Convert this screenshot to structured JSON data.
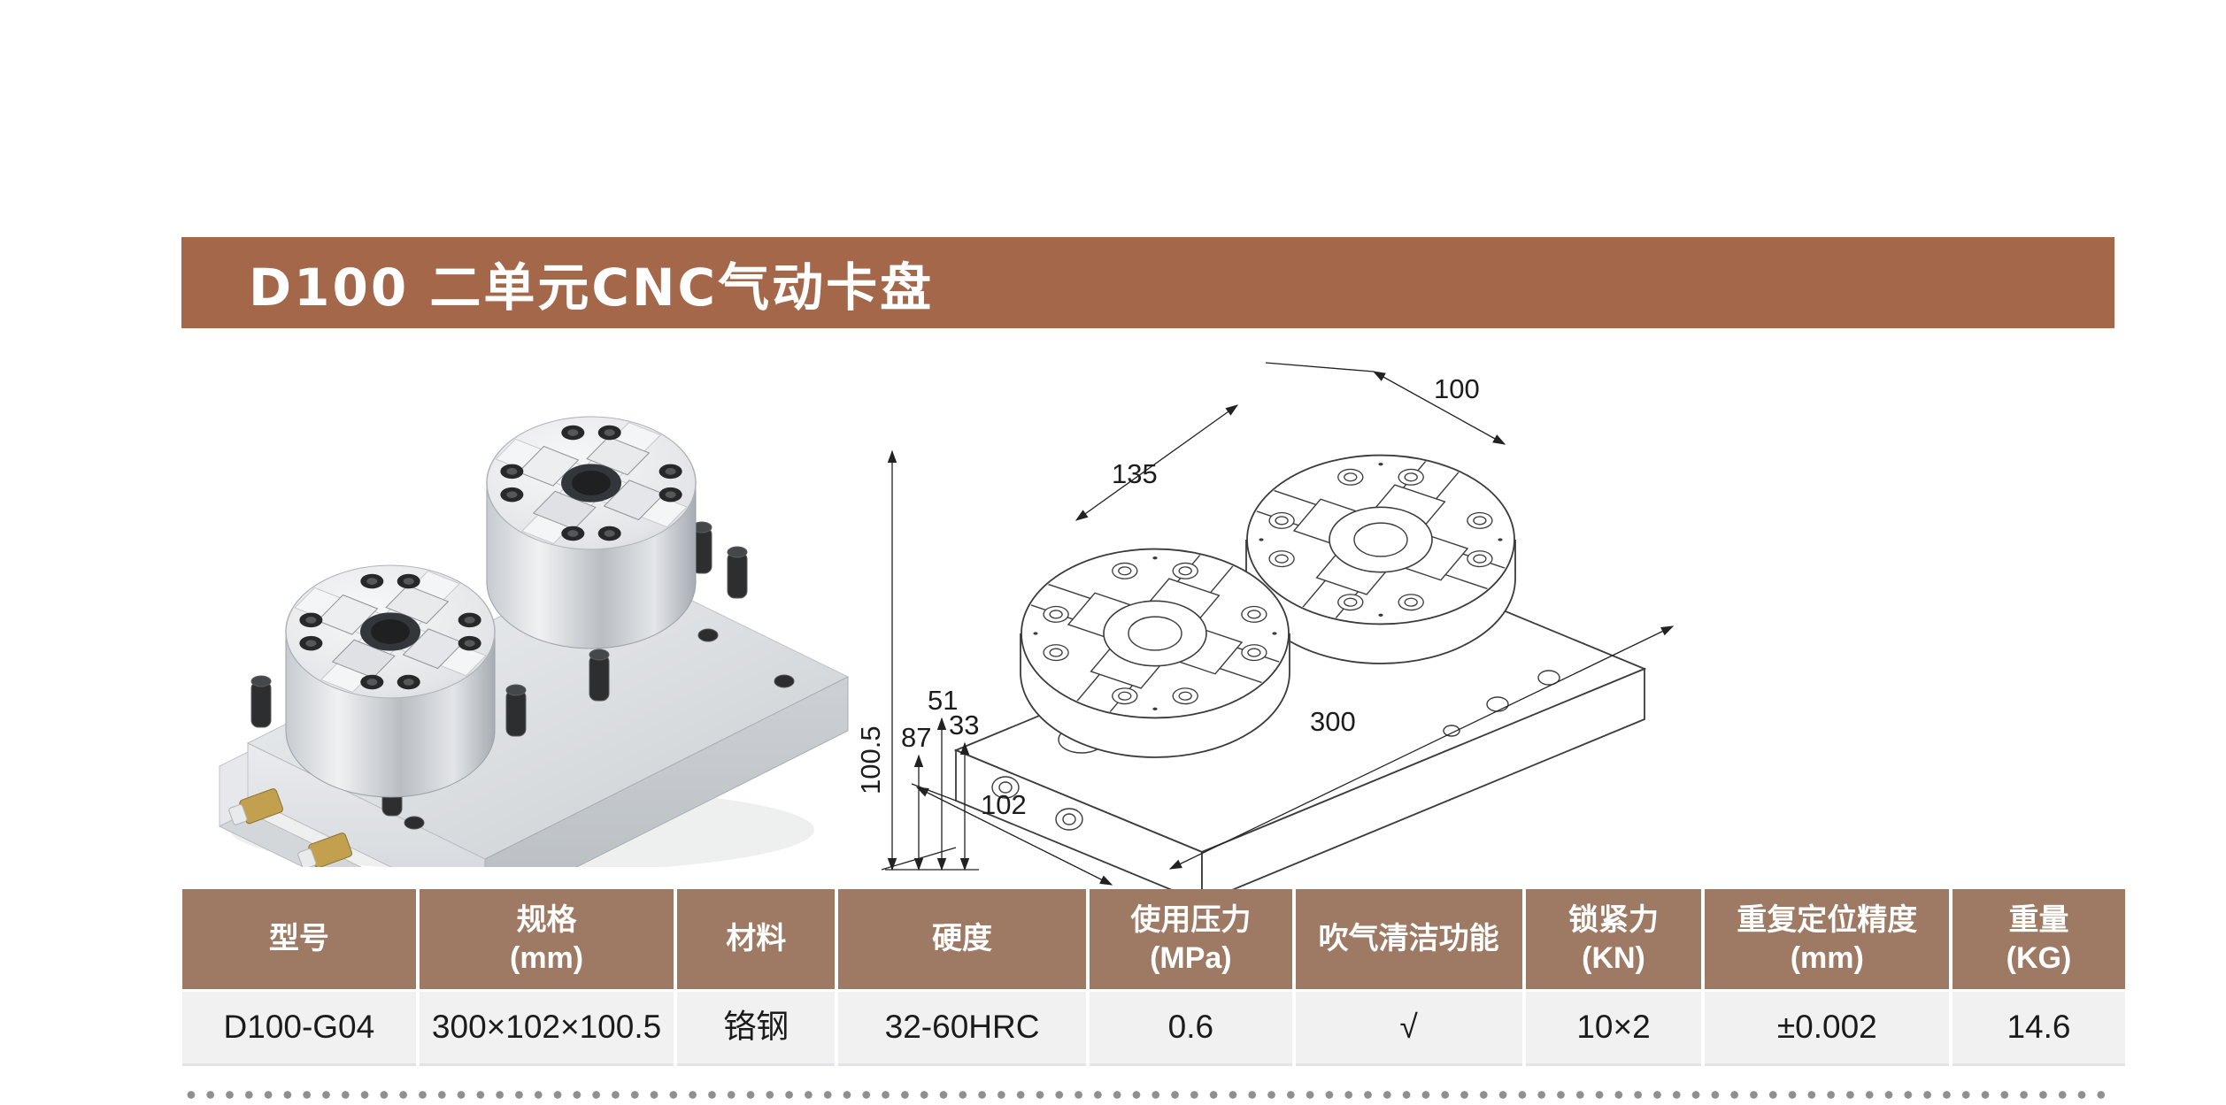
{
  "title": {
    "text": "D100 二单元CNC气动卡盘"
  },
  "drawing": {
    "labels": {
      "chuck_width": "100",
      "chuck_pitch": "135",
      "base_length": "300",
      "base_width": "102",
      "height_total": "100.5",
      "height_body": "87",
      "height_mid": "51",
      "height_low": "33"
    }
  },
  "table": {
    "headers": [
      {
        "line1": "型号",
        "line2": ""
      },
      {
        "line1": "规格",
        "line2": "(mm)"
      },
      {
        "line1": "材料",
        "line2": ""
      },
      {
        "line1": "硬度",
        "line2": ""
      },
      {
        "line1": "使用压力",
        "line2": "(MPa)"
      },
      {
        "line1": "吹气清洁功能",
        "line2": ""
      },
      {
        "line1": "锁紧力",
        "line2": "(KN)"
      },
      {
        "line1": "重复定位精度",
        "line2": "(mm)"
      },
      {
        "line1": "重量",
        "line2": "(KG)"
      }
    ],
    "row": [
      "D100-G04",
      "300×102×100.5",
      "铬钢",
      "32-60HRC",
      "0.6",
      "√",
      "10×2",
      "±0.002",
      "14.6"
    ]
  },
  "colors": {
    "title_bar": "#A4674A",
    "table_header": "#9E7963",
    "table_row": "#F1F1F2",
    "dots": "#8F8F8F"
  }
}
